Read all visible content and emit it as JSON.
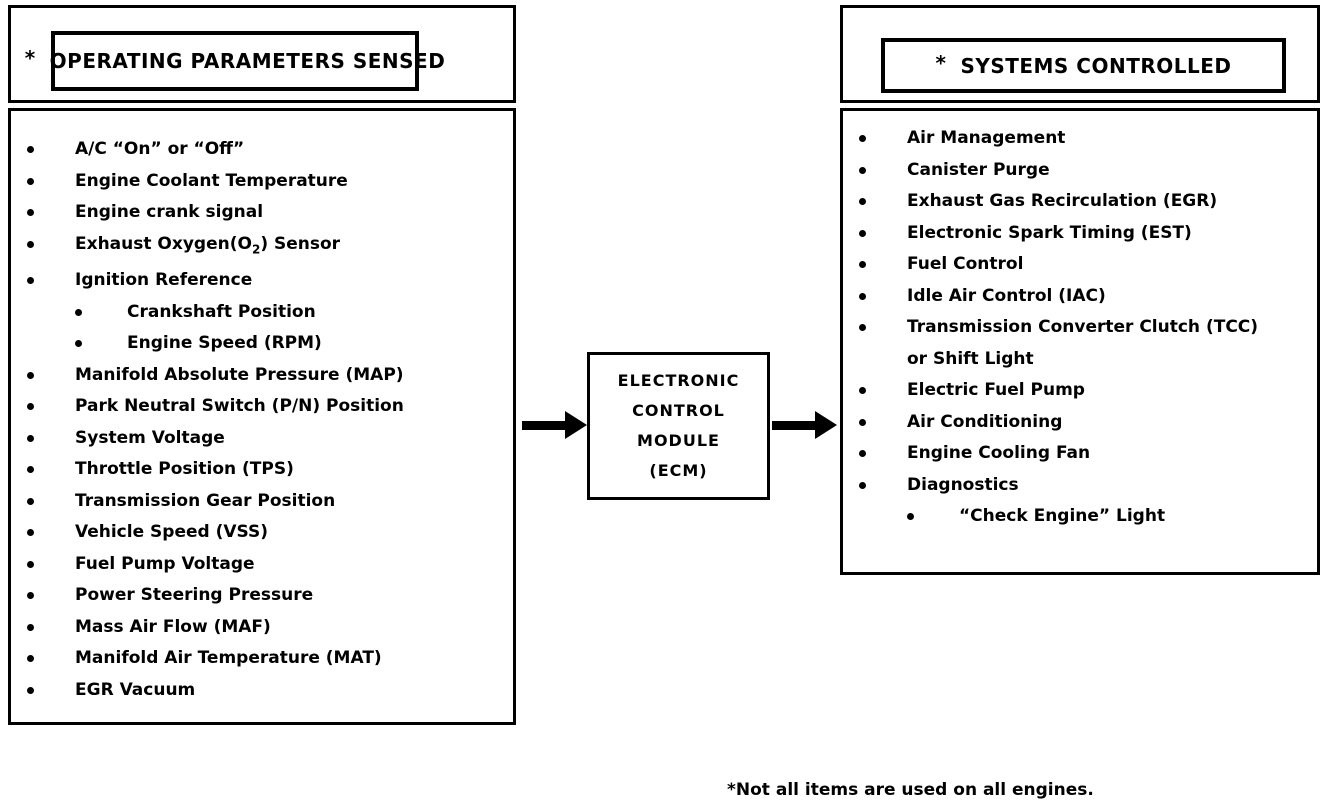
{
  "left_panel": {
    "title": "OPERATING PARAMETERS SENSED",
    "title_marker": "*",
    "items": [
      {
        "label": "A/C “On” or “Off”",
        "level": 1
      },
      {
        "label": "Engine Coolant Temperature",
        "level": 1
      },
      {
        "label": "Engine crank signal",
        "level": 1
      },
      {
        "label": "Exhaust Oxygen(O2) Sensor",
        "level": 1,
        "has_subscript": true,
        "pre": "Exhaust Oxygen(O",
        "sub": "2",
        "post": ") Sensor"
      },
      {
        "label": "Ignition Reference",
        "level": 1
      },
      {
        "label": "Crankshaft Position",
        "level": 2
      },
      {
        "label": "Engine Speed (RPM)",
        "level": 2
      },
      {
        "label": "Manifold Absolute Pressure  (MAP)",
        "level": 1
      },
      {
        "label": "Park Neutral Switch (P/N) Position",
        "level": 1
      },
      {
        "label": "System Voltage",
        "level": 1
      },
      {
        "label": "Throttle Position (TPS)",
        "level": 1
      },
      {
        "label": "Transmission Gear Position",
        "level": 1
      },
      {
        "label": "Vehicle Speed (VSS)",
        "level": 1
      },
      {
        "label": "Fuel Pump Voltage",
        "level": 1
      },
      {
        "label": "Power Steering Pressure",
        "level": 1
      },
      {
        "label": "Mass Air Flow (MAF)",
        "level": 1
      },
      {
        "label": "Manifold Air Temperature (MAT)",
        "level": 1
      },
      {
        "label": "EGR  Vacuum",
        "level": 1
      }
    ]
  },
  "right_panel": {
    "title": "SYSTEMS CONTROLLED",
    "title_marker": "*",
    "items": [
      {
        "label": "Air Management",
        "level": 1
      },
      {
        "label": "Canister Purge",
        "level": 1
      },
      {
        "label": "Exhaust Gas Recirculation (EGR)",
        "level": 1
      },
      {
        "label": "Electronic Spark Timing (EST)",
        "level": 1
      },
      {
        "label": "Fuel Control",
        "level": 1
      },
      {
        "label": "Idle Air Control (IAC)",
        "level": 1
      },
      {
        "label": "Transmission Converter Clutch (TCC)",
        "level": 1,
        "continuation": "or Shift Light"
      },
      {
        "label": "Electric Fuel Pump",
        "level": 1
      },
      {
        "label": "Air Conditioning",
        "level": 1
      },
      {
        "label": "Engine Cooling Fan",
        "level": 1
      },
      {
        "label": "Diagnostics",
        "level": 1
      },
      {
        "label": "“Check Engine” Light",
        "level": 2
      }
    ]
  },
  "center": {
    "lines": [
      "ELECTRONIC",
      "CONTROL",
      "MODULE",
      "(ECM)"
    ]
  },
  "arrows": {
    "input_arrow": "arrow-right",
    "output_arrow": "arrow-right"
  },
  "footnote": "*Not all items are used on all engines."
}
